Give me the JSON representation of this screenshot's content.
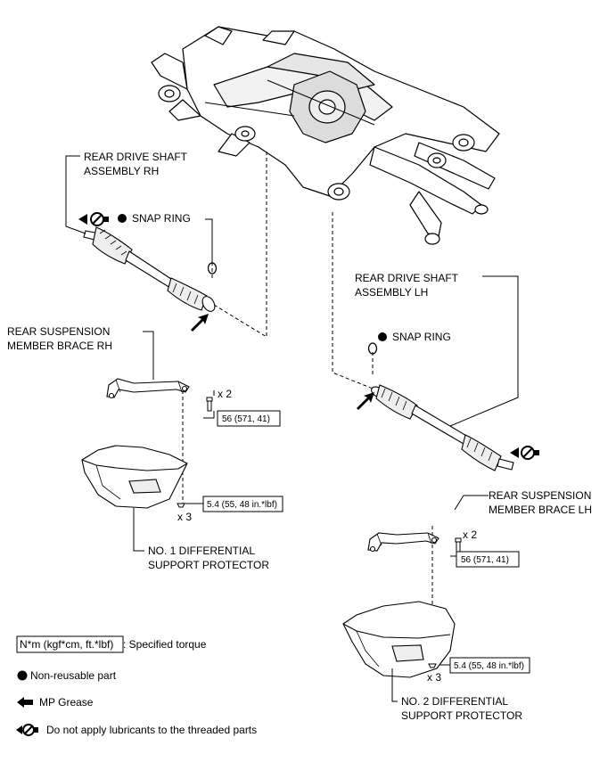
{
  "callouts": {
    "drive_shaft_rh": [
      "REAR DRIVE SHAFT",
      "ASSEMBLY RH"
    ],
    "drive_shaft_lh": [
      "REAR DRIVE SHAFT",
      "ASSEMBLY LH"
    ],
    "snap_ring_rh": "SNAP RING",
    "snap_ring_lh": "SNAP RING",
    "brace_rh": [
      "REAR SUSPENSION",
      "MEMBER BRACE RH"
    ],
    "brace_lh": [
      "REAR SUSPENSION",
      "MEMBER BRACE LH"
    ],
    "protector_1": [
      "NO. 1 DIFFERENTIAL",
      "SUPPORT PROTECTOR"
    ],
    "protector_2": [
      "NO. 2 DIFFERENTIAL",
      "SUPPORT PROTECTOR"
    ]
  },
  "torques": {
    "brace_rh_bolt": "56 (571, 41)",
    "brace_rh_qty": "x 2",
    "protector_1_bolt": "5.4 (55, 48 in.*lbf)",
    "protector_1_qty": "x 3",
    "brace_lh_bolt": "56 (571, 41)",
    "brace_lh_qty": "x 2",
    "protector_2_bolt": "5.4 (55, 48 in.*lbf)",
    "protector_2_qty": "x 3"
  },
  "legend": {
    "torque_box": "N*m (kgf*cm, ft.*lbf)",
    "torque_text": ": Specified torque",
    "non_reusable": "Non-reusable part",
    "grease": "MP Grease",
    "no_lubricant": "Do not apply lubricants to the threaded parts"
  },
  "icons": [
    "non-reusable-dot-icon",
    "grease-arrow-icon",
    "no-lubricant-icon"
  ]
}
